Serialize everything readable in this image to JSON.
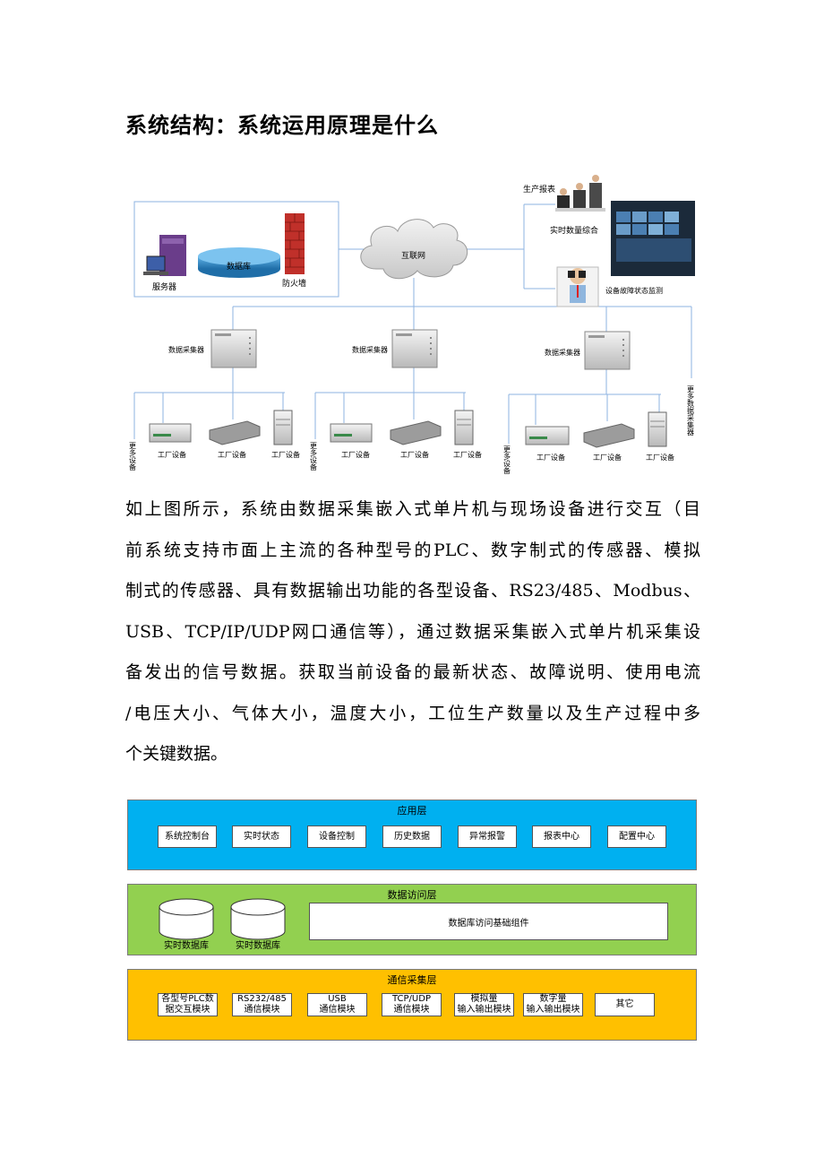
{
  "heading": "系统结构：系统运用原理是什么",
  "network_diagram": {
    "server_label": "服务器",
    "database_label": "数据库",
    "firewall_label": "防火墙",
    "internet_label": "互联网",
    "report_label": "生产报表",
    "realtime_label": "实时数量综合",
    "monitor_label": "设备故障状态监测",
    "collector_label": "数据采集器",
    "factory_device_label": "工厂设备",
    "more_devices_label": "更多设备",
    "more_collectors_label": "更多数据采集器"
  },
  "paragraph_lines": [
    "如上图所示，系统由数据采集嵌入式单片机与现场设备进行交互（目",
    "前系统支持市面上主流的各种型号的PLC、数字制式的传感器、模拟",
    "制式的传感器、具有数据输出功能的各型设备、RS23/485、Modbus、",
    "USB、TCP/IP/UDP网口通信等），通过数据采集嵌入式单片机采集设",
    "备发出的信号数据。获取当前设备的最新状态、故障说明、使用电流",
    "/电压大小、气体大小，温度大小，工位生产数量以及生产过程中多",
    "个关键数据。"
  ],
  "layers": {
    "application": {
      "title": "应用层",
      "modules": [
        "系统控制台",
        "实时状态",
        "设备控制",
        "历史数据",
        "异常报警",
        "报表中心",
        "配置中心"
      ]
    },
    "data_access": {
      "title": "数据访问层",
      "databases": [
        "实时数据库",
        "实时数据库"
      ],
      "component": "数据库访问基础组件"
    },
    "communication": {
      "title": "通信采集层",
      "modules": [
        "各型号PLC数\n据交互模块",
        "RS232/485\n通信模块",
        "USB\n通信模块",
        "TCP/UDP\n通信模块",
        "模拟量\n输入输出模块",
        "数字量\n输入输出模块",
        "其它"
      ]
    }
  },
  "colors": {
    "application_layer": "#00b0f0",
    "data_access_layer": "#92d050",
    "communication_layer": "#ffc000",
    "connector_line": "#8db3e2"
  }
}
